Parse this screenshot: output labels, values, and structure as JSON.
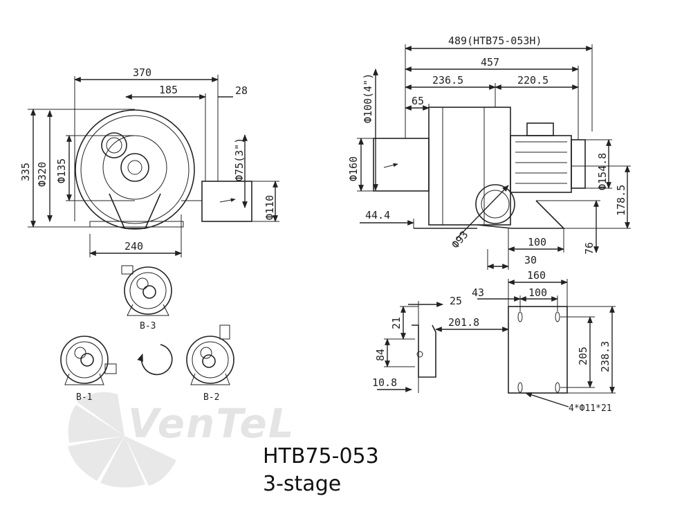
{
  "dims": {
    "w370": "370",
    "w185": "185",
    "w28": "28",
    "h335": "335",
    "d320": "Ф320",
    "d135": "Ф135",
    "d75": "Ф75(3\")",
    "d110": "Ф110",
    "w240": "240",
    "w489": "489(HTB75-053H)",
    "w457": "457",
    "w2365": "236.5",
    "w2205": "220.5",
    "w65": "65",
    "d100": "Ф100(4\")",
    "d160": "Ф160",
    "d1548": "Ф154.8",
    "h1785": "178.5",
    "w444": "44.4",
    "d93": "Ф93",
    "w100": "100",
    "h76": "76",
    "w30": "30",
    "w160": "160",
    "w25": "25",
    "w43": "43",
    "w100b": "100",
    "h21": "21",
    "w2018": "201.8",
    "h84": "84",
    "h205": "205",
    "h2383": "238.3",
    "w108": "10.8",
    "holes": "4*Ф11*21"
  },
  "views": {
    "b3": "B-3",
    "b1": "B-1",
    "b2": "B-2"
  },
  "brand": "VenTeL",
  "product": {
    "model": "HTB75-053",
    "stages": "3-stage"
  }
}
